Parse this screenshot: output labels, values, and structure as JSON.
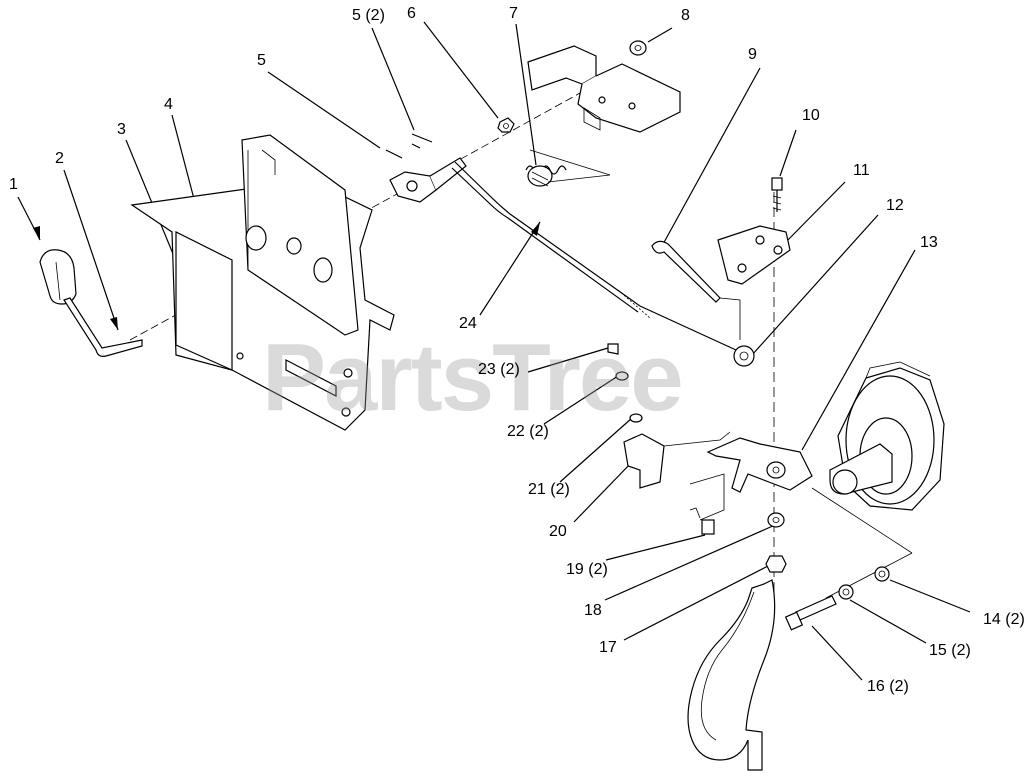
{
  "diagram": {
    "watermark": "PartsTree",
    "callouts": [
      {
        "id": "c1",
        "text": "1"
      },
      {
        "id": "c2",
        "text": "2"
      },
      {
        "id": "c3",
        "text": "3"
      },
      {
        "id": "c4",
        "text": "4"
      },
      {
        "id": "c5",
        "text": "5"
      },
      {
        "id": "c5b",
        "text": "5 (2)"
      },
      {
        "id": "c6",
        "text": "6"
      },
      {
        "id": "c7",
        "text": "7"
      },
      {
        "id": "c8",
        "text": "8"
      },
      {
        "id": "c9",
        "text": "9"
      },
      {
        "id": "c10",
        "text": "10"
      },
      {
        "id": "c11",
        "text": "11"
      },
      {
        "id": "c12",
        "text": "12"
      },
      {
        "id": "c13",
        "text": "13"
      },
      {
        "id": "c14",
        "text": "14 (2)"
      },
      {
        "id": "c15",
        "text": "15 (2)"
      },
      {
        "id": "c16",
        "text": "16 (2)"
      },
      {
        "id": "c17",
        "text": "17"
      },
      {
        "id": "c18",
        "text": "18"
      },
      {
        "id": "c19",
        "text": "19 (2)"
      },
      {
        "id": "c20",
        "text": "20"
      },
      {
        "id": "c21",
        "text": "21 (2)"
      },
      {
        "id": "c22",
        "text": "22 (2)"
      },
      {
        "id": "c23",
        "text": "23 (2)"
      },
      {
        "id": "c24",
        "text": "24"
      }
    ]
  }
}
